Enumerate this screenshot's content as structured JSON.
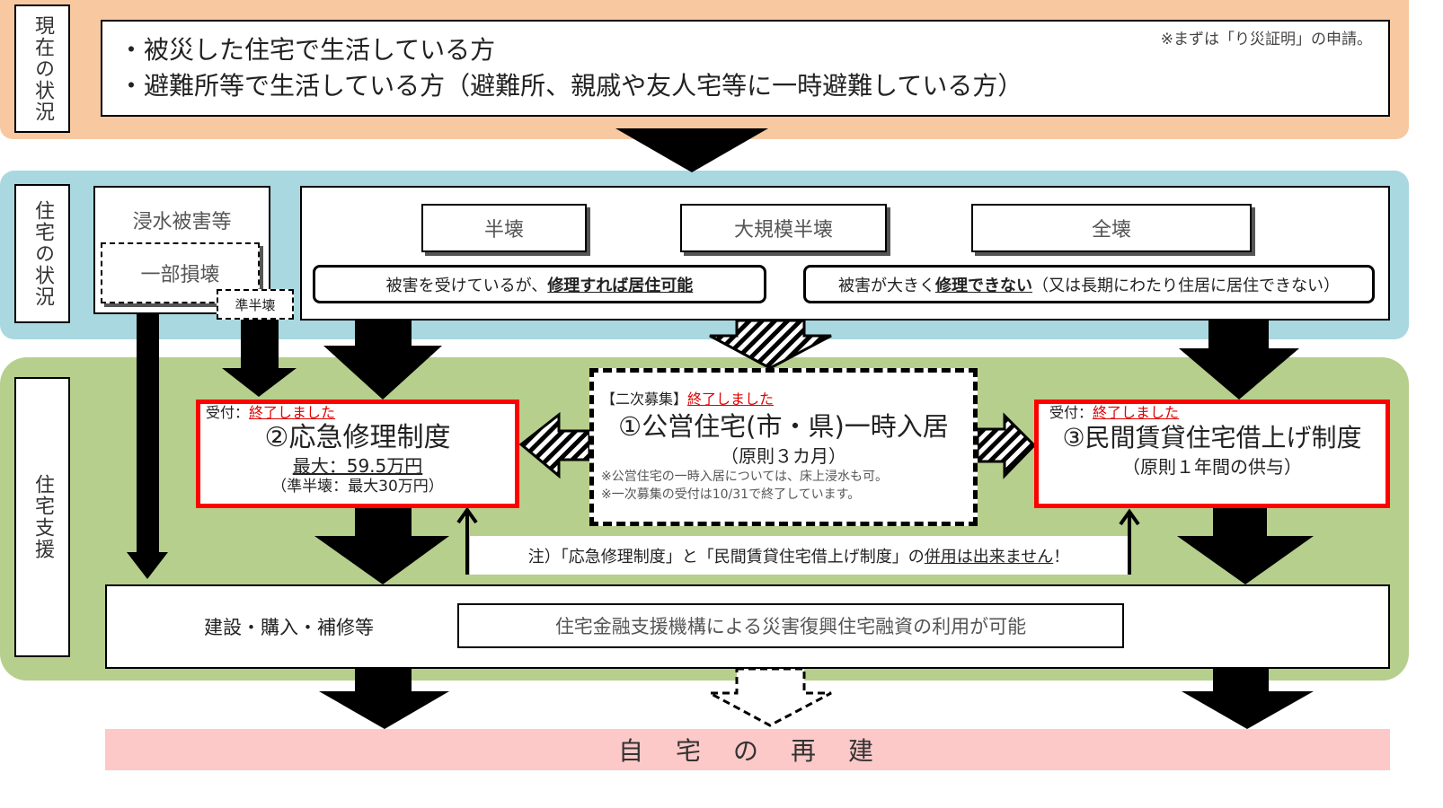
{
  "current": {
    "label": "現在の状況",
    "line1": "・被災した住宅で生活している方",
    "line2": "・避難所等で生活している方（避難所、親戚や友人宅等に一時避難している方）",
    "note": "※まずは「り災証明」の申請。"
  },
  "housing": {
    "label": "住宅の状況",
    "flood": "浸水被害等",
    "partial": "一部損壊",
    "semi_half": "準半壊",
    "half": "半壊",
    "large_half": "大規模半壊",
    "total": "全壊",
    "repairable_prefix": "被害を受けているが、",
    "repairable_strong": "修理すれば居住可能",
    "unrepairable_prefix": "被害が大きく",
    "unrepairable_strong": "修理できない",
    "unrepairable_suffix": "（又は長期にわたり住居に居住できない）"
  },
  "support": {
    "label": "住宅支援",
    "emergency": {
      "reception_label": "受付：",
      "status": "終了しました",
      "title": "②応急修理制度",
      "max": "最大：59.5万円",
      "semi": "（準半壊：最大30万円）"
    },
    "public": {
      "round_label": "【二次募集】",
      "status": "終了しました",
      "title": "①公営住宅(市・県)一時入居",
      "period": "（原則３カ月）",
      "note1": "※公営住宅の一時入居については、床上浸水も可。",
      "note2": "※一次募集の受付は10/31で終了しています。"
    },
    "private": {
      "reception_label": "受付：",
      "status": "終了しました",
      "title": "③民間賃貸住宅借上げ制度",
      "period": "（原則１年間の供与）"
    },
    "caution": {
      "prefix": "注）「応急修理制度」と「民間賃貸住宅借上げ制度」の",
      "u1": "併用は出来ません",
      "suffix": "！"
    },
    "build": "建設・購入・補修等",
    "loan": "住宅金融支援機構による災害復興住宅融資の利用が可能"
  },
  "result": "自　宅　の　再　建"
}
